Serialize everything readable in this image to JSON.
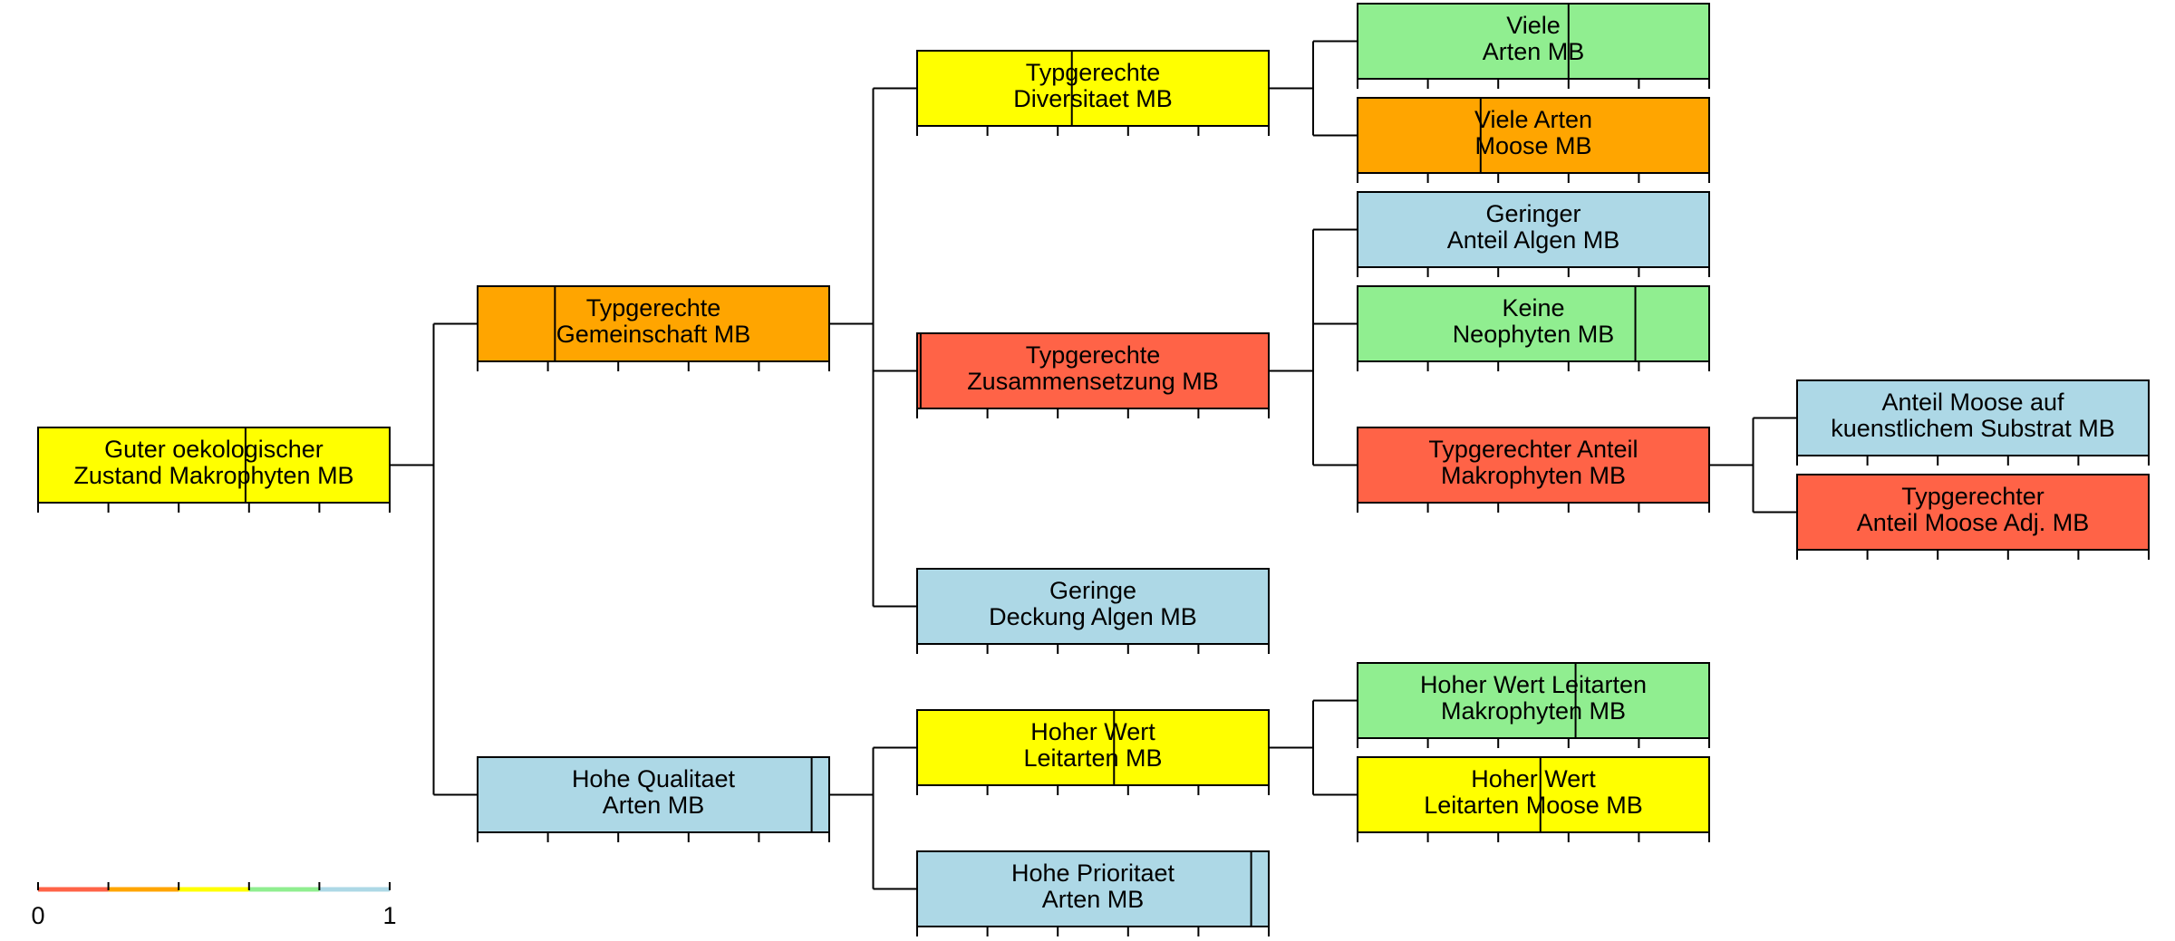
{
  "scale": {
    "min_label": "0",
    "max_label": "1",
    "colors": [
      "#ff6347",
      "#ffa500",
      "#ffff00",
      "#90ee90",
      "#add8e6"
    ]
  },
  "nodes": [
    {
      "id": "guter-oekologischer-zustand",
      "line1": "Guter oekologischer",
      "line2": "Zustand Makrophyten MB",
      "value": 0.59,
      "color": "#ffff00"
    },
    {
      "id": "typgerechte-gemeinschaft",
      "line1": "Typgerechte",
      "line2": "Gemeinschaft MB",
      "value": 0.22,
      "color": "#ffa500"
    },
    {
      "id": "hohe-qualitaet-arten",
      "line1": "Hohe Qualitaet",
      "line2": "Arten MB",
      "value": 0.95,
      "color": "#add8e6"
    },
    {
      "id": "typgerechte-diversitaet",
      "line1": "Typgerechte",
      "line2": "Diversitaet MB",
      "value": 0.44,
      "color": "#ffff00"
    },
    {
      "id": "typgerechte-zusammensetzung",
      "line1": "Typgerechte",
      "line2": "Zusammensetzung MB",
      "value": 0.01,
      "color": "#ff6347"
    },
    {
      "id": "geringe-deckung-algen",
      "line1": "Geringe",
      "line2": "Deckung Algen MB",
      "value": 1.0,
      "color": "#add8e6"
    },
    {
      "id": "hoher-wert-leitarten",
      "line1": "Hoher Wert",
      "line2": "Leitarten MB",
      "value": 0.56,
      "color": "#ffff00"
    },
    {
      "id": "hohe-prioritaet-arten",
      "line1": "Hohe Prioritaet",
      "line2": "Arten MB",
      "value": 0.95,
      "color": "#add8e6"
    },
    {
      "id": "viele-arten",
      "line1": "Viele",
      "line2": "Arten MB",
      "value": 0.6,
      "color": "#90ee90"
    },
    {
      "id": "viele-arten-moose",
      "line1": "Viele Arten",
      "line2": "Moose MB",
      "value": 0.35,
      "color": "#ffa500"
    },
    {
      "id": "geringer-anteil-algen",
      "line1": "Geringer",
      "line2": "Anteil Algen MB",
      "value": 1.0,
      "color": "#add8e6"
    },
    {
      "id": "keine-neophyten",
      "line1": "Keine",
      "line2": "Neophyten MB",
      "value": 0.79,
      "color": "#90ee90"
    },
    {
      "id": "typgerechter-anteil-makrophyten",
      "line1": "Typgerechter Anteil",
      "line2": "Makrophyten MB",
      "value": 0.0,
      "color": "#ff6347"
    },
    {
      "id": "anteil-moose-kuenstlich",
      "line1": "Anteil Moose auf",
      "line2": "kuenstlichem Substrat MB",
      "value": 1.0,
      "color": "#add8e6"
    },
    {
      "id": "typgerechter-anteil-moose",
      "line1": "Typgerechter",
      "line2": "Anteil Moose Adj. MB",
      "value": 0.0,
      "color": "#ff6347"
    },
    {
      "id": "hoher-wert-leitarten-makrophyten",
      "line1": "Hoher Wert Leitarten",
      "line2": "Makrophyten MB",
      "value": 0.62,
      "color": "#90ee90"
    },
    {
      "id": "hoher-wert-leitarten-moose",
      "line1": "Hoher Wert",
      "line2": "Leitarten Moose MB",
      "value": 0.52,
      "color": "#ffff00"
    }
  ],
  "edges": [
    {
      "parent": "guter-oekologischer-zustand",
      "children": [
        "typgerechte-gemeinschaft",
        "hohe-qualitaet-arten"
      ]
    },
    {
      "parent": "typgerechte-gemeinschaft",
      "children": [
        "typgerechte-diversitaet",
        "typgerechte-zusammensetzung",
        "geringe-deckung-algen"
      ]
    },
    {
      "parent": "hohe-qualitaet-arten",
      "children": [
        "hoher-wert-leitarten",
        "hohe-prioritaet-arten"
      ]
    },
    {
      "parent": "typgerechte-diversitaet",
      "children": [
        "viele-arten",
        "viele-arten-moose"
      ]
    },
    {
      "parent": "typgerechte-zusammensetzung",
      "children": [
        "geringer-anteil-algen",
        "keine-neophyten",
        "typgerechter-anteil-makrophyten"
      ]
    },
    {
      "parent": "typgerechter-anteil-makrophyten",
      "children": [
        "anteil-moose-kuenstlich",
        "typgerechter-anteil-moose"
      ]
    },
    {
      "parent": "hoher-wert-leitarten",
      "children": [
        "hoher-wert-leitarten-makrophyten",
        "hoher-wert-leitarten-moose"
      ]
    }
  ]
}
